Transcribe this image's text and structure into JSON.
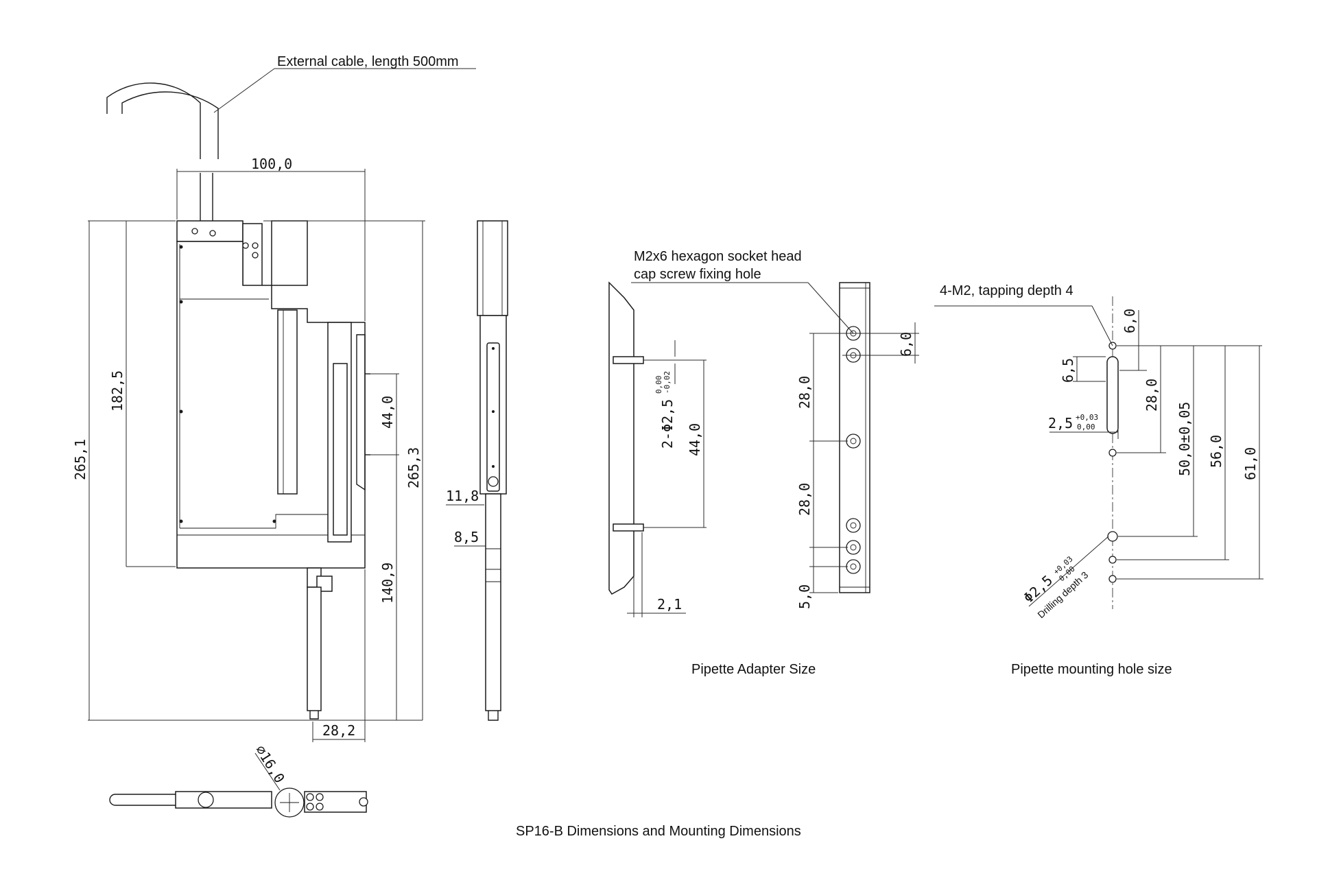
{
  "title": "SP16-B Dimensions and Mounting Dimensions",
  "captions": {
    "adapter": "Pipette Adapter Size",
    "mounting": "Pipette mounting hole size"
  },
  "notes": {
    "cable": "External cable, length 500mm",
    "screw_line1": "M2x6 hexagon socket head",
    "screw_line2": "cap screw fixing hole",
    "tapping": "4-M2, tapping depth 4",
    "drilling": "Drilling depth 3"
  },
  "dims": {
    "main": {
      "width": "100,0",
      "height_total": "265,1",
      "height_body": "182,5",
      "height_right": "265,3",
      "tip_section": "140,9",
      "holes_pitch": "44,0",
      "tip_offset": "28,2",
      "diameter": "16,0"
    },
    "side": {
      "thick1": "11,8",
      "thick2": "8,5"
    },
    "adapter": {
      "pin_base": "2-Φ2,5",
      "pin_tol_upper": "0,00",
      "pin_tol_lower": "-0,02",
      "pin_pitch": "44,0",
      "plate": "2,1",
      "top": "6,0",
      "pitch1": "28,0",
      "pitch2": "28,0",
      "bottom": "5,0"
    },
    "mounting": {
      "top": "6,0",
      "slot": "6,5",
      "slot_width_base": "2,5",
      "slot_tol_upper": "+0,03",
      "slot_tol_lower": "0,00",
      "pitch1": "28,0",
      "pitch2": "50,0±0,05",
      "pitch3": "56,0",
      "pitch4": "61,0",
      "hole_base": "Φ2,5",
      "hole_tol_upper": "+0,03",
      "hole_tol_lower": "0,00"
    }
  }
}
